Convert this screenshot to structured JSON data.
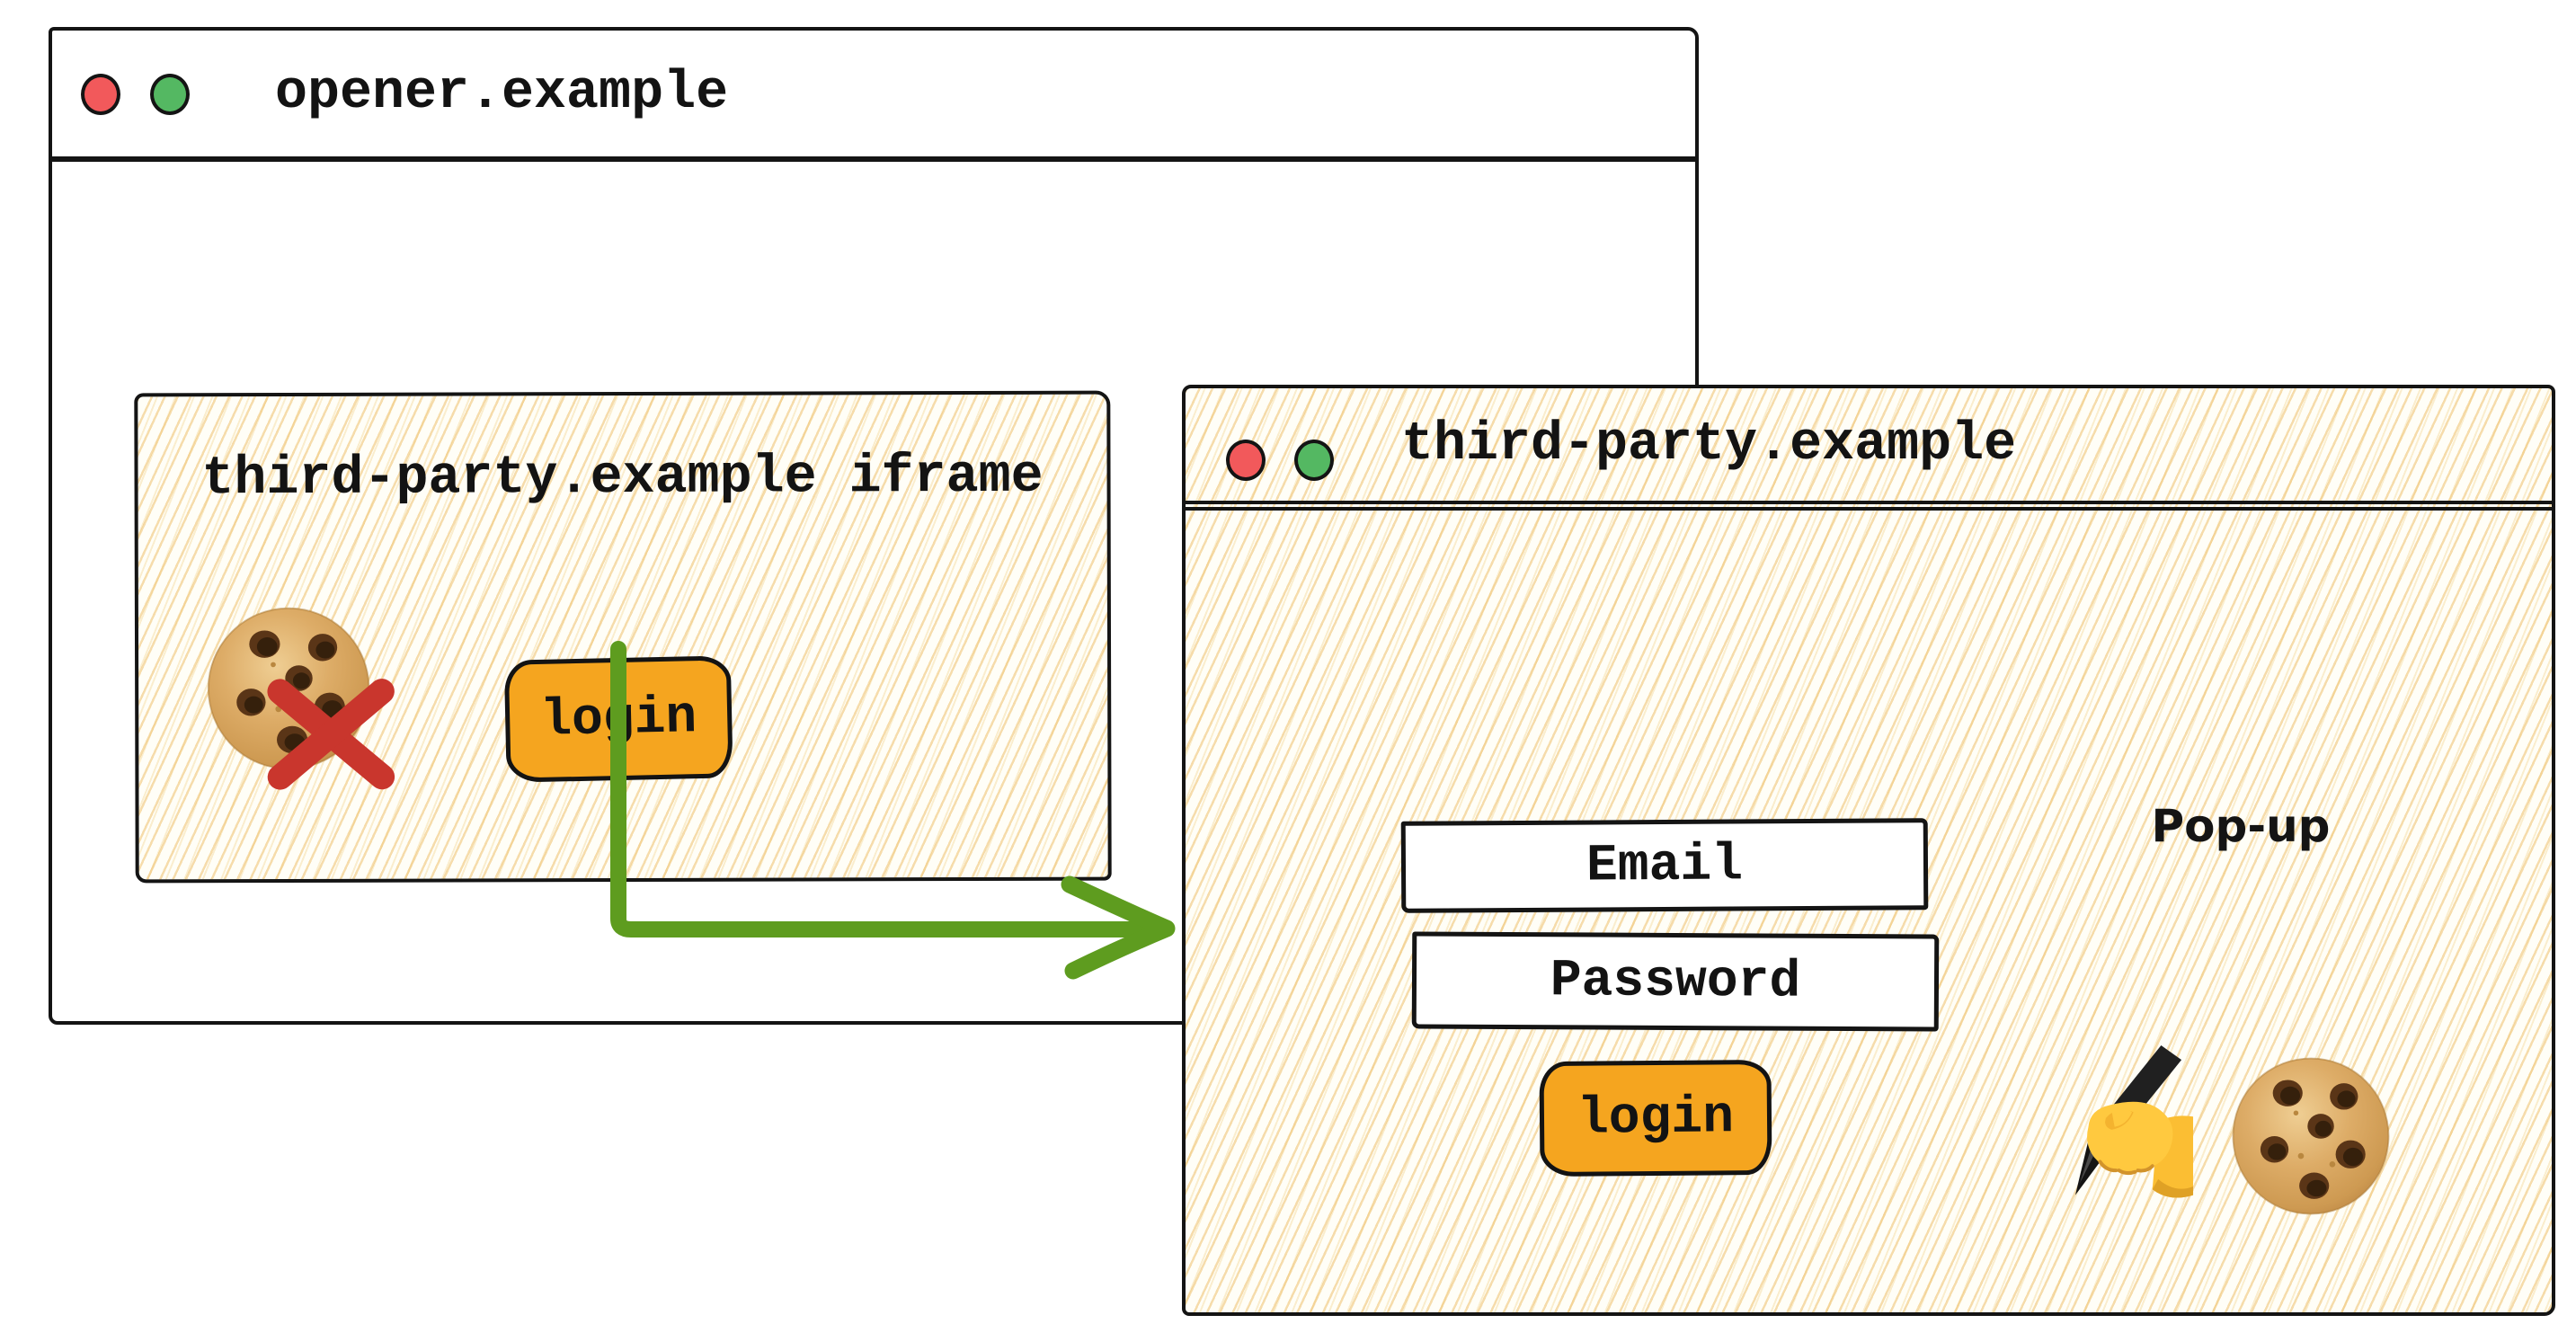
{
  "opener_window": {
    "title": "opener.example",
    "iframe": {
      "label": "third-party.example iframe",
      "login_button_label": "login",
      "blocked_cookie_icon": "cookie-with-red-cross"
    }
  },
  "popup_window": {
    "title": "third-party.example",
    "caption": "Pop-up",
    "email_placeholder": "Email",
    "password_placeholder": "Password",
    "login_button_label": "login",
    "icons": [
      "writing-hand-icon",
      "cookie-icon"
    ]
  },
  "colors": {
    "button_orange": "#F5A51F",
    "arrow_green": "#5E9C1F",
    "cross_red": "#C9362D",
    "traffic_dot_red": "#F2595B",
    "traffic_dot_green": "#54B862",
    "hatch_line": "#ECBA5F",
    "ink": "#141414"
  }
}
